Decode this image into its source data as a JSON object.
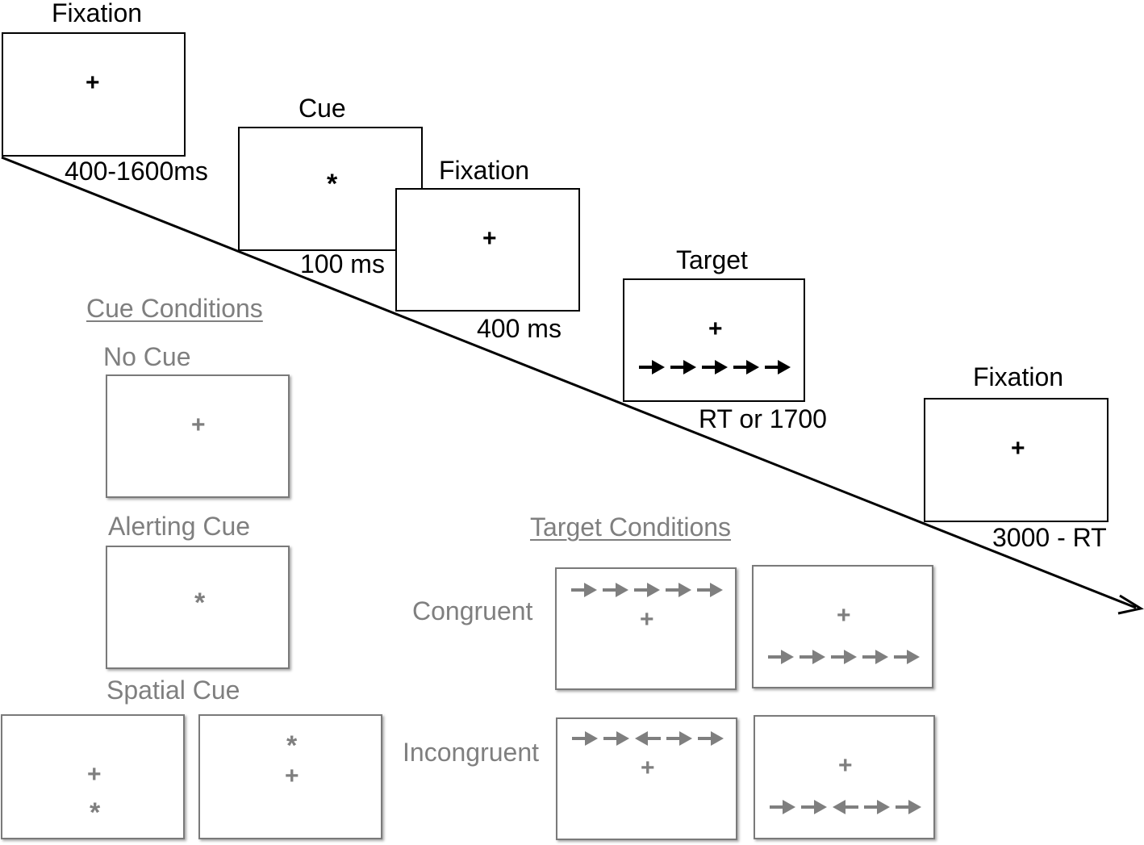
{
  "timeline": {
    "fixation1_title": "Fixation",
    "fixation1_duration": "400-1600ms",
    "cue_title": "Cue",
    "cue_duration": "100 ms",
    "fixation2_title": "Fixation",
    "fixation2_duration": "400 ms",
    "target_title": "Target",
    "target_duration": "RT or 1700",
    "fixation3_title": "Fixation",
    "fixation3_duration": "3000 - RT",
    "fixation_symbol": "+",
    "cue_symbol": "*"
  },
  "cue_conditions": {
    "header": "Cue Conditions",
    "no_cue": "No Cue",
    "alerting_cue": "Alerting Cue",
    "spatial_cue": "Spatial Cue"
  },
  "target_conditions": {
    "header": "Target Conditions",
    "congruent": "Congruent",
    "incongruent": "Incongruent",
    "congruent_arrows": [
      "right",
      "right",
      "right",
      "right",
      "right"
    ],
    "incongruent_arrows": [
      "right",
      "right",
      "left",
      "right",
      "right"
    ]
  },
  "colors": {
    "timeline": "#000000",
    "conditions": "#7f7f7f"
  }
}
